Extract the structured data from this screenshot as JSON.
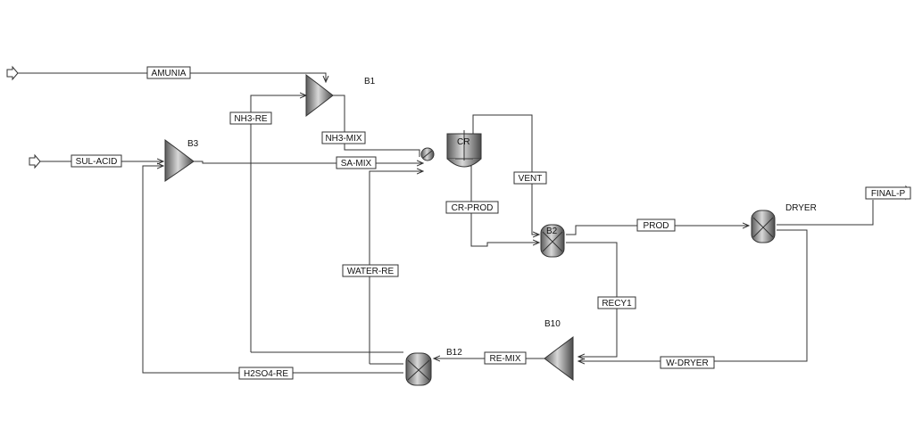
{
  "streams": {
    "amunia": "AMUNIA",
    "sul_acid": "SUL-ACID",
    "nh3_re": "NH3-RE",
    "nh3_mix": "NH3-MIX",
    "sa_mix": "SA-MIX",
    "vent": "VENT",
    "cr_prod": "CR-PROD",
    "prod": "PROD",
    "final": "FINAL-P",
    "water_re": "WATER-RE",
    "recy1": "RECY1",
    "re_mix": "RE-MIX",
    "w_dryer": "W-DRYER",
    "h2so4_re": "H2SO4-RE"
  },
  "blocks": {
    "b1": "B1",
    "b3": "B3",
    "cr": "CR",
    "b2": "B2",
    "dryer": "DRYER",
    "b10": "B10",
    "b12": "B12"
  }
}
